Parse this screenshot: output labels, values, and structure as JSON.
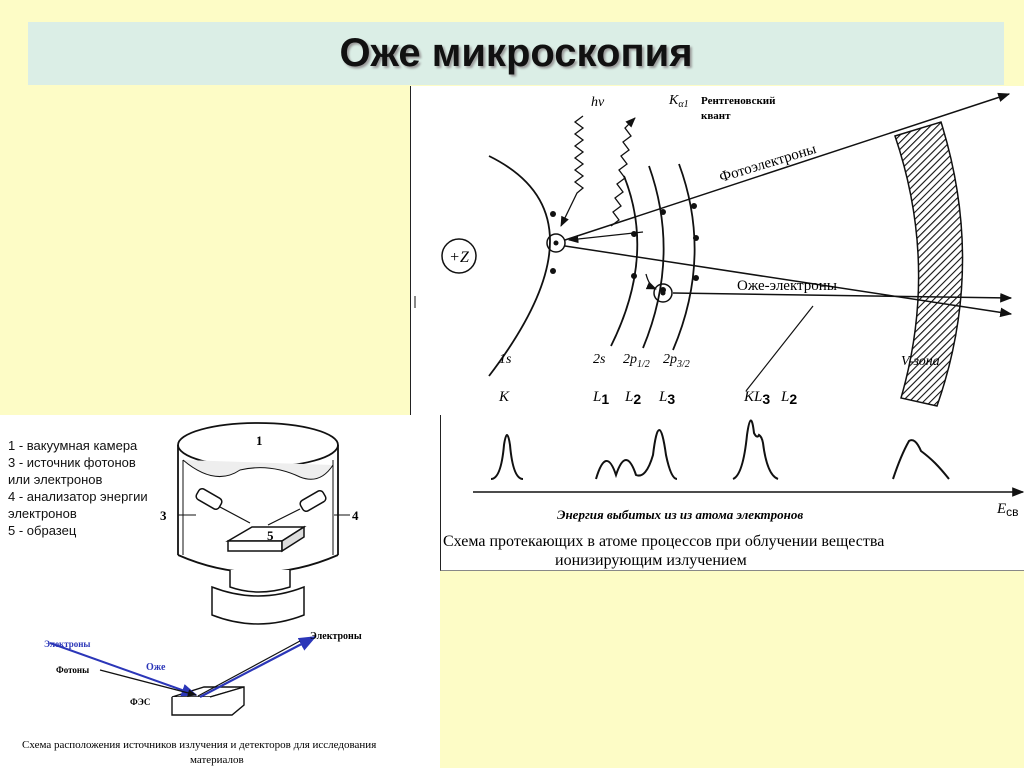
{
  "title": "Оже микроскопия",
  "atom_diagram": {
    "nucleus": "+Z",
    "photon": "hν",
    "k_alpha": "K",
    "k_alpha_sub": "α1",
    "xray_quantum": [
      "Рентгеновский",
      "квант"
    ],
    "photoelectrons": "Фотоэлектроны",
    "auger_electrons": "Оже-электроны",
    "shells": [
      "1s",
      "2s",
      "2p",
      "2p"
    ],
    "shell_subscripts": [
      "",
      "",
      "1/2",
      "3/2"
    ],
    "v_zone": "V-зона",
    "level_labels": [
      "K",
      "L",
      "L",
      "L",
      "KL",
      "L"
    ],
    "level_subscripts": [
      "",
      "1",
      "2",
      "3",
      "3",
      "2"
    ]
  },
  "spectrum": {
    "axis_label": "E",
    "axis_sub": "св",
    "energy_caption": "Энергия выбитых из из атома электронов",
    "caption_line1": "Схема протекающих в атоме процессов при облучении вещества",
    "caption_line2": "ионизирующим излучением"
  },
  "setup": {
    "legend": [
      "1 - вакуумная камера",
      "3 - источник фотонов",
      "или электронов",
      "4 - анализатор энергии",
      "электронов",
      "5 - образец"
    ],
    "callouts": [
      "1",
      "3",
      "4",
      "5"
    ],
    "beam_labels": {
      "electrons_in": "Электроны",
      "photons": "Фотоны",
      "auger": "Оже",
      "fes": "ФЭС",
      "electrons_out": "Электроны"
    },
    "caption_line1": "Схема расположения источников излучения и детекторов для исследования",
    "caption_line2": "материалов"
  },
  "colors": {
    "background": "#fdfcc6",
    "title_bar": "#dbeee6",
    "beam_blue": "#2b36b8"
  }
}
